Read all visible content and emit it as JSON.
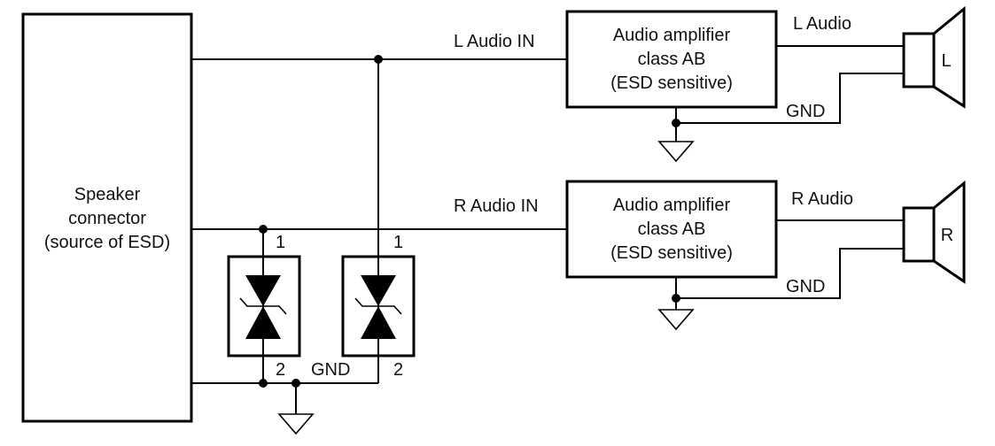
{
  "connector": {
    "line1": "Speaker",
    "line2": "connector",
    "line3": "(source of ESD)"
  },
  "amp_left": {
    "line1": "Audio amplifier",
    "line2": "class AB",
    "line3": "(ESD sensitive)"
  },
  "amp_right": {
    "line1": "Audio amplifier",
    "line2": "class AB",
    "line3": "(ESD sensitive)"
  },
  "signals": {
    "l_in": "L Audio IN",
    "r_in": "R Audio IN",
    "l_out": "L Audio",
    "r_out": "R Audio",
    "gnd_l": "GND",
    "gnd_r": "GND",
    "gnd_bottom": "GND"
  },
  "speakers": {
    "left": "L",
    "right": "R"
  },
  "tvs": {
    "pin1": "1",
    "pin2": "2"
  }
}
